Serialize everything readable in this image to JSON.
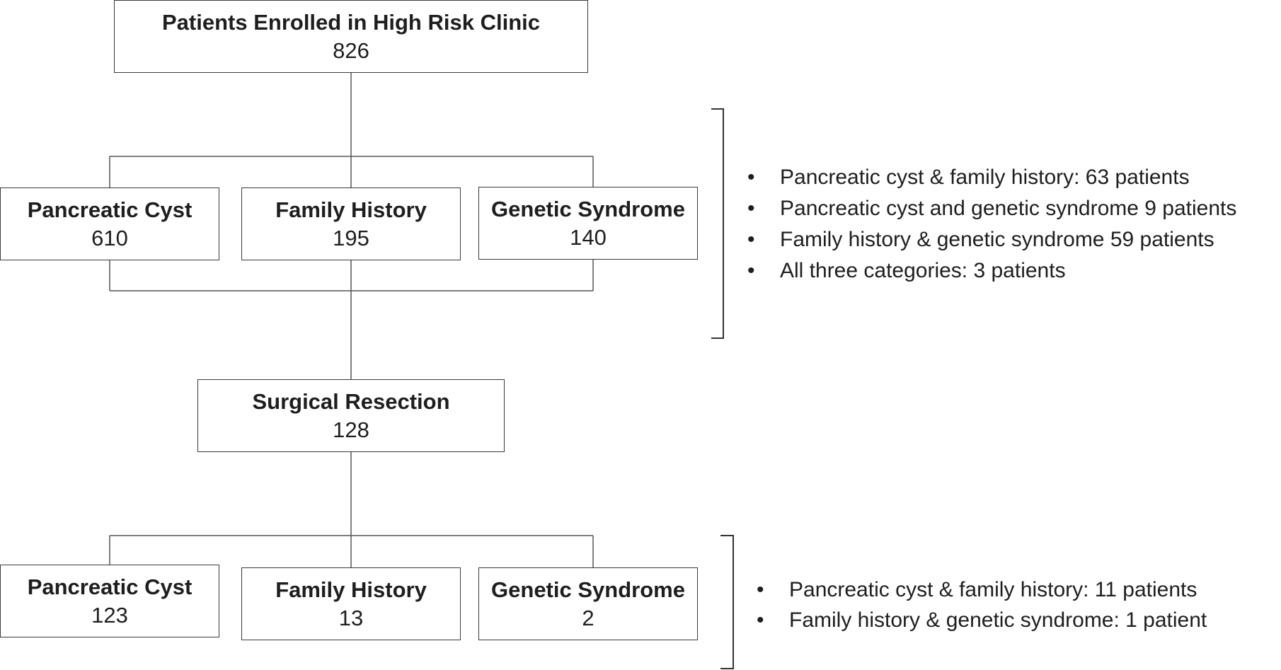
{
  "enrolled": {
    "title": "Patients Enrolled in High Risk Clinic",
    "count": "826"
  },
  "enrolled_groups": [
    {
      "title": "Pancreatic Cyst",
      "count": "610"
    },
    {
      "title": "Family History",
      "count": "195"
    },
    {
      "title": "Genetic Syndrome",
      "count": "140"
    }
  ],
  "enrolled_overlap_notes": [
    "Pancreatic cyst & family history: 63 patients",
    "Pancreatic cyst and genetic syndrome 9 patients",
    "Family history & genetic syndrome 59 patients",
    "All three categories: 3 patients"
  ],
  "resection": {
    "title": "Surgical Resection",
    "count": "128"
  },
  "resection_groups": [
    {
      "title": "Pancreatic Cyst",
      "count": "123"
    },
    {
      "title": "Family History",
      "count": "13"
    },
    {
      "title": "Genetic Syndrome",
      "count": "2"
    }
  ],
  "resection_overlap_notes": [
    "Pancreatic cyst & family history: 11 patients",
    "Family history & genetic syndrome: 1 patient"
  ]
}
